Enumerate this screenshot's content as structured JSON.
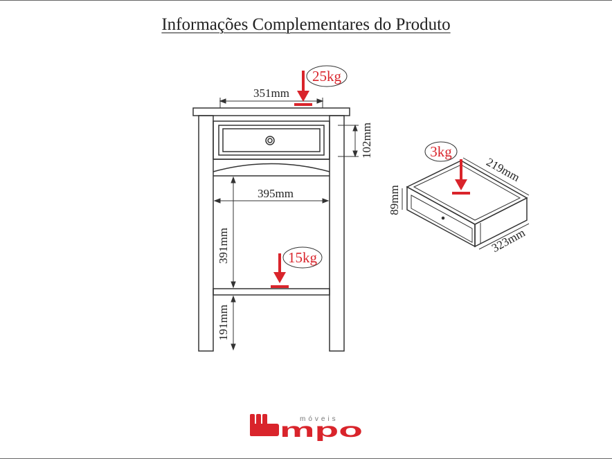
{
  "title": "Informações Complementares do Produto",
  "dimensions": {
    "top_width": "351mm",
    "drawer_height": "102mm",
    "inner_width": "395mm",
    "shelf_height": "391mm",
    "leg_height": "191mm",
    "drawer_depth": "219mm",
    "drawer_box_height": "89mm",
    "drawer_box_width": "323mm"
  },
  "loads": {
    "top": "25kg",
    "shelf": "15kg",
    "drawer": "3kg"
  },
  "logo": {
    "subtitle": "móveis",
    "brand": "mpo",
    "brand_color": "#d9242b"
  },
  "colors": {
    "line": "#333333",
    "load_red": "#d9242b"
  }
}
